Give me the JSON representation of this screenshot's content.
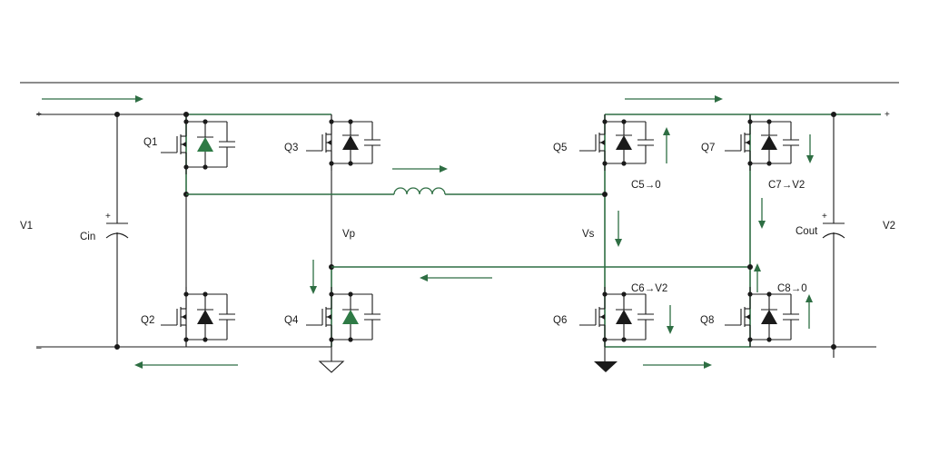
{
  "labels": {
    "v1": "V1",
    "v2": "V2",
    "cin": "Cin",
    "cout": "Cout",
    "vp": "Vp",
    "vs": "Vs",
    "q1": "Q1",
    "q2": "Q2",
    "q3": "Q3",
    "q4": "Q4",
    "q5": "Q5",
    "q6": "Q6",
    "q7": "Q7",
    "q8": "Q8",
    "c5": "C5→0",
    "c6": "C6→V2",
    "c7": "C7→V2",
    "c8": "C8→0",
    "plus": "+",
    "minus": "–"
  },
  "colors": {
    "wire": "#1a1a1a",
    "active_path": "#2e6e43",
    "conducting_diode": "#2e7a45"
  },
  "conducting_diodes": [
    "Q1",
    "Q4"
  ],
  "icons": [
    "inductor-icon",
    "capacitor-icon",
    "mosfet-icon",
    "diode-icon",
    "ground-icon",
    "current-arrow-icon"
  ]
}
